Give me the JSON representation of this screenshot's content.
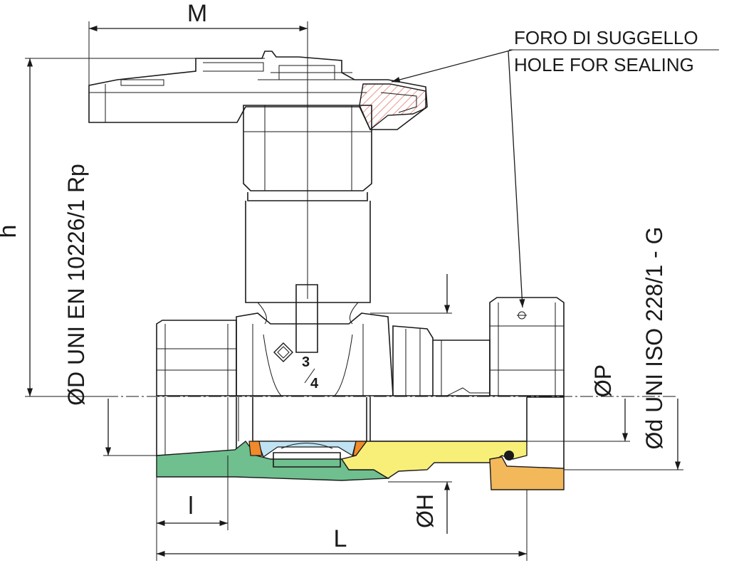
{
  "labels": {
    "m": "M",
    "h": "h",
    "l_small": "l",
    "l_total": "L",
    "h_dia": "ØH",
    "p_dia": "ØP",
    "d_large": "ØD UNI EN 10226/1 Rp",
    "d_small": "Ød UNI ISO 228/1 - G",
    "sealing_it": "FORO DI SUGGELLO",
    "sealing_en": "HOLE FOR SEALING",
    "size_num": "3",
    "size_den": "4"
  },
  "colors": {
    "body_green": "#6fbf8f",
    "nut_orange": "#f2b85a",
    "tail_yellow": "#f8ef79",
    "seal_orange": "#f08a2a",
    "seat_blue": "#bfe3f2",
    "hatch_red": "#e0524a",
    "line": "#1a1a1a"
  }
}
